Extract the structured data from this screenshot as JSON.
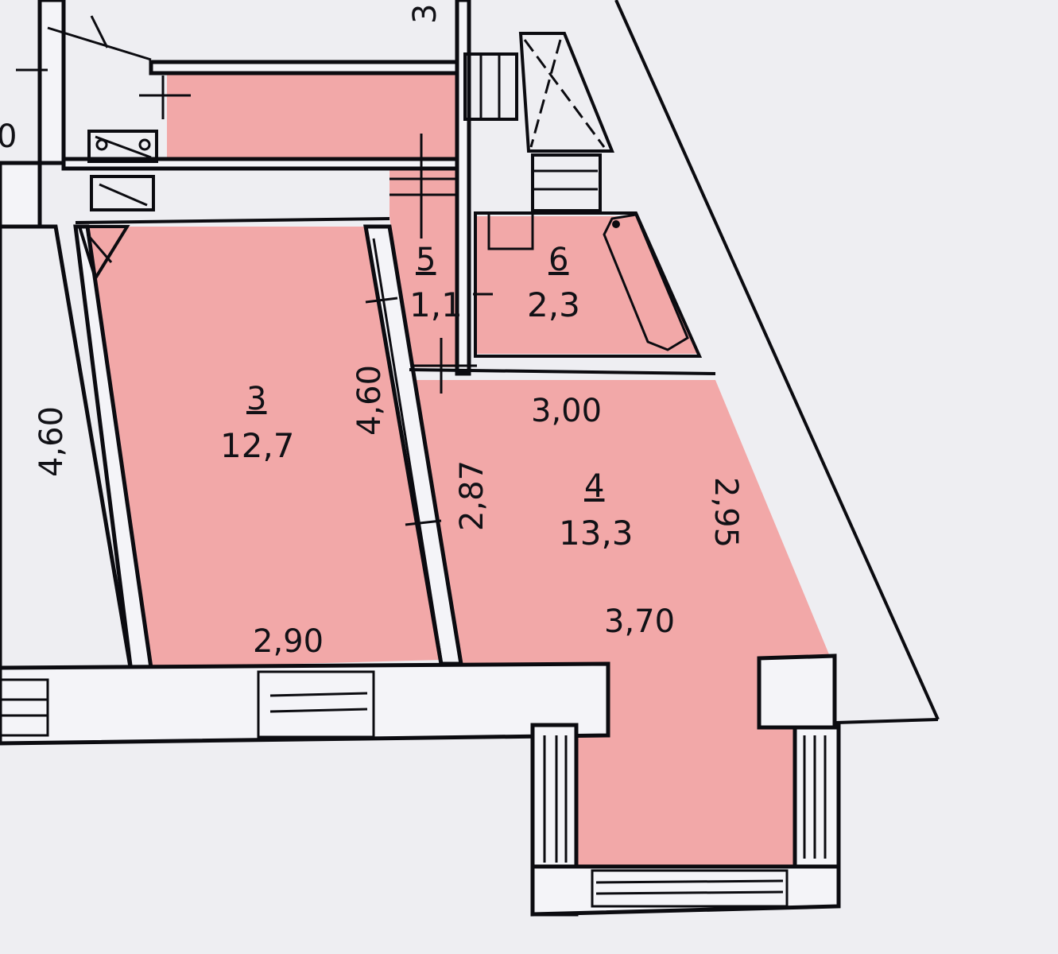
{
  "floor_plan": {
    "fill_color": "#f2a8a8",
    "rooms": [
      {
        "number": "3",
        "area": "12,7"
      },
      {
        "number": "4",
        "area": "13,3"
      },
      {
        "number": "5",
        "area": "1,1"
      },
      {
        "number": "6",
        "area": "2,3"
      }
    ],
    "dimensions": {
      "left_room_length": "4,60",
      "room3_length": "4,60",
      "room3_width": "2,90",
      "room4_top": "3,00",
      "room4_left": "2,87",
      "room4_right": "2,95",
      "room4_bottom": "3,70"
    },
    "partial_labels": {
      "top_edge": "3",
      "left_edge": "0"
    }
  }
}
